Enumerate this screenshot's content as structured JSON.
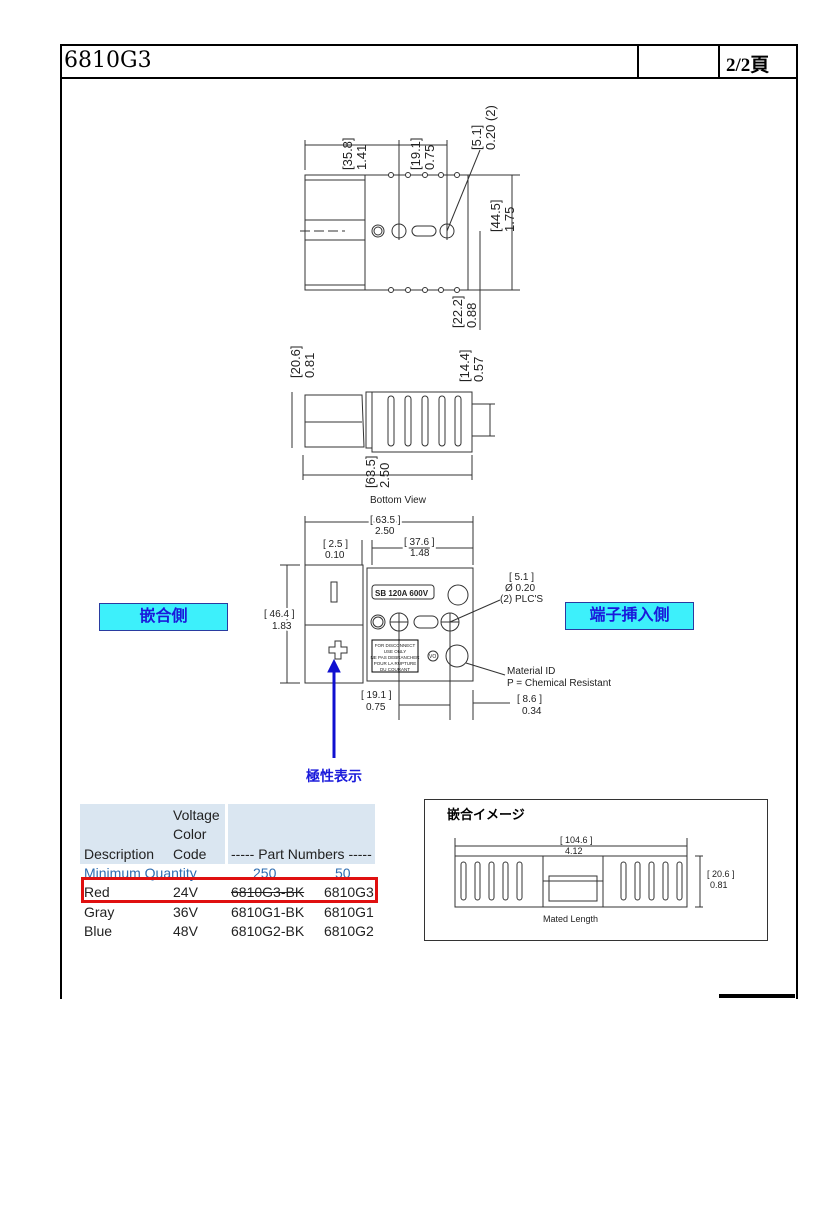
{
  "header": {
    "title": "6810G3",
    "page": "2/2頁"
  },
  "drawing": {
    "top_view": {
      "d1": "[35.8]",
      "d1b": "1.41",
      "d2": "[19.1]",
      "d2b": "0.75",
      "d3": "[5.1]",
      "d3b": "0.20 (2)",
      "d4": "[44.5]",
      "d4b": "1.75",
      "d5": "[22.2]",
      "d5b": "0.88"
    },
    "side_view": {
      "d1": "[20.6]",
      "d1b": "0.81",
      "d2": "[14.4]",
      "d2b": "0.57",
      "d3": "[63.5]",
      "d3b": "2.50"
    },
    "bottom_view": {
      "title": "Bottom View",
      "w": "[ 63.5 ]",
      "wb": "2.50",
      "a": "[ 2.5 ]",
      "ab": "0.10",
      "b": "[ 37.6 ]",
      "bb": "1.48",
      "h": "[ 46.4 ]",
      "hb": "1.83",
      "hole": "[ 5.1 ]",
      "hole_b": "Ø 0.20",
      "hole_c": "(2) PLC'S",
      "mat1": "Material ID",
      "mat2": "P =  Chemical Resistant",
      "c": "[ 19.1 ]",
      "cb": "0.75",
      "e": "[ 8.6 ]",
      "eb": "0.34",
      "label": "SB  120A  600V",
      "warn": [
        "FOR DISCONNECT",
        "USE ONLY",
        "NE PAS DEBRANCHER",
        "POUR LA RUPTURE",
        "DU COURANT"
      ],
      "vo": "VO"
    },
    "mated": {
      "title": "嵌合イメージ",
      "w": "[ 104.6 ]",
      "wb": "4.12",
      "h": "[ 20.6 ]",
      "hb": "0.81",
      "caption": "Mated Length"
    }
  },
  "labels": {
    "mating_side": "嵌合側",
    "terminal_side": "端子挿入側",
    "polarity": "極性表示"
  },
  "table": {
    "headers": {
      "desc": "Description",
      "volt1": "Voltage",
      "volt2": "Color",
      "volt3": "Code",
      "parts": "----- Part Numbers -----"
    },
    "min_qty": {
      "label": "Minimum Quantity",
      "q1": "250",
      "q2": "50"
    },
    "rows": [
      {
        "desc": "Red",
        "volt": "24V",
        "p1": "6810G3-BK",
        "p2": "6810G3"
      },
      {
        "desc": "Gray",
        "volt": "36V",
        "p1": "6810G1-BK",
        "p2": "6810G1"
      },
      {
        "desc": "Blue",
        "volt": "48V",
        "p1": "6810G2-BK",
        "p2": "6810G2"
      }
    ]
  },
  "colors": {
    "highlight": "#e01010",
    "tag_bg": "#3df0fb",
    "tag_text": "#1a1adb",
    "arrow": "#1010d0"
  }
}
